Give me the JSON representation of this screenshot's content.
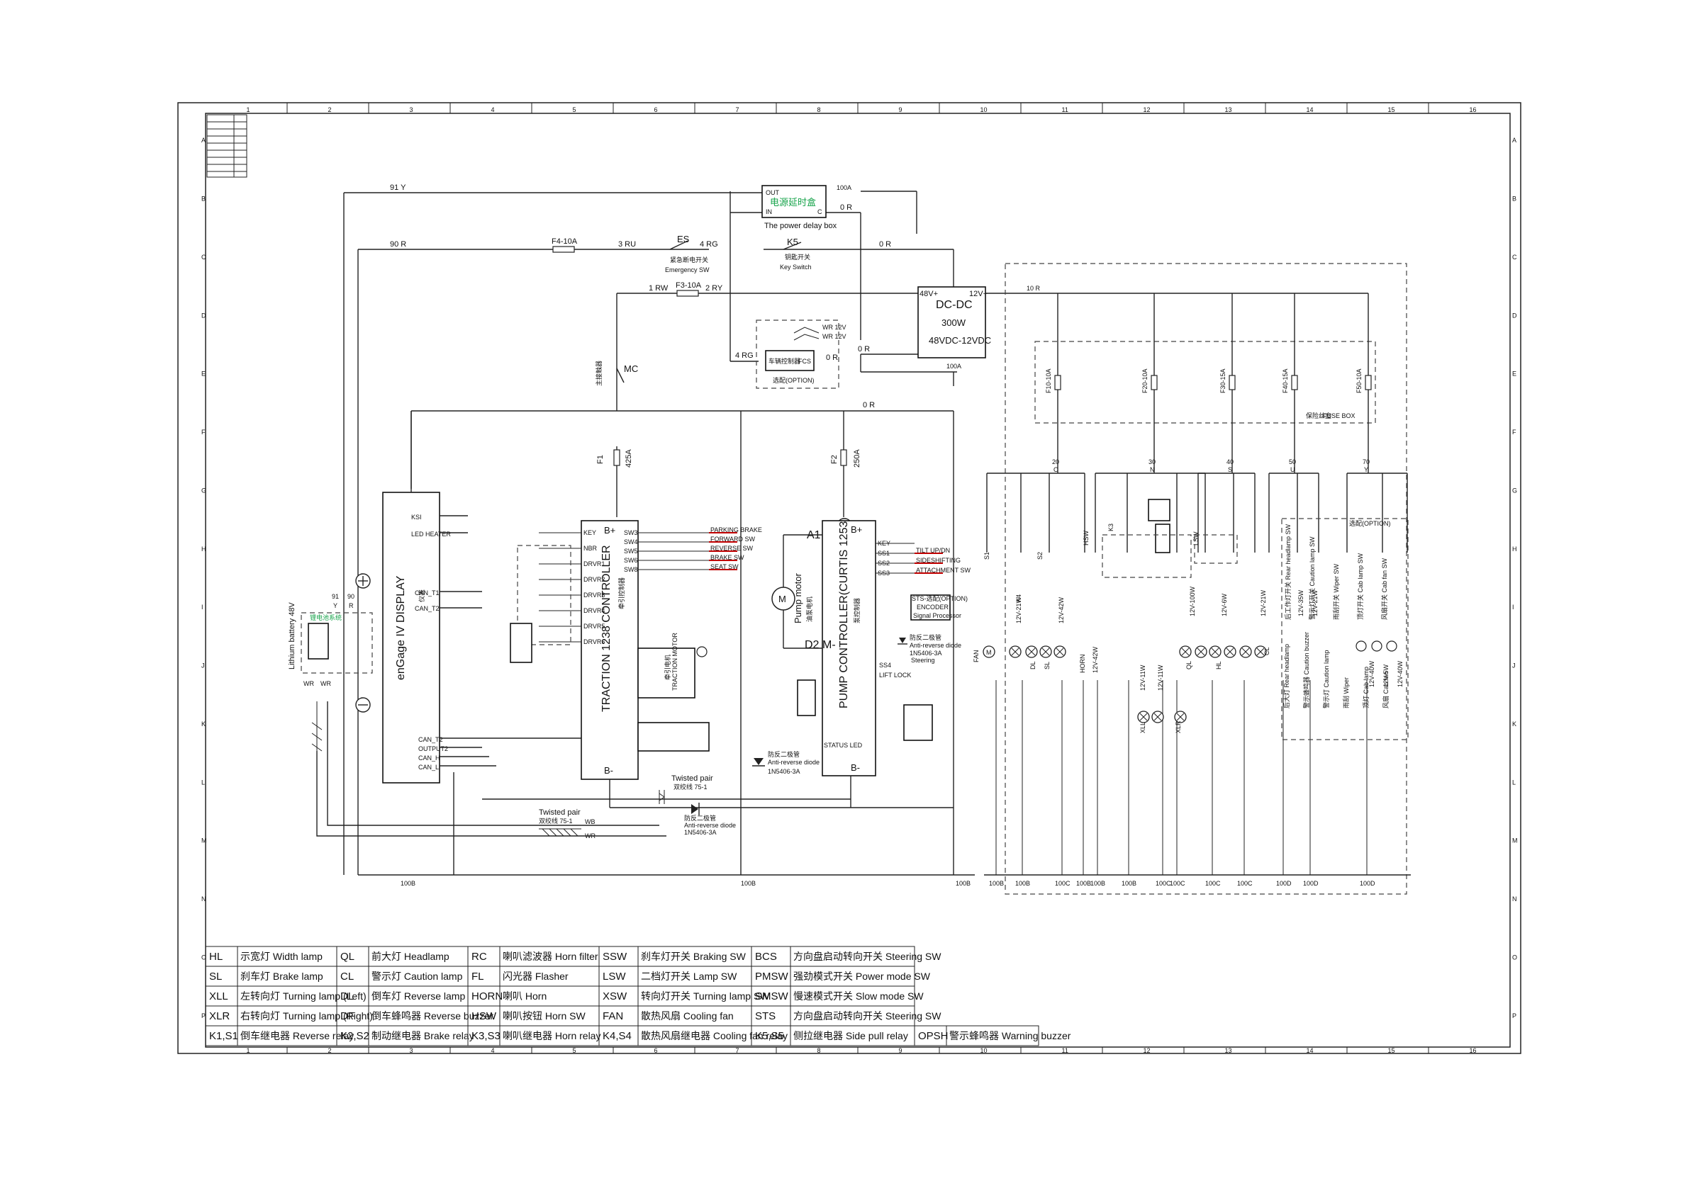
{
  "title_block": {
    "rows": [
      "A",
      "B",
      "C",
      "D",
      "E",
      "F",
      "G",
      "H",
      "I",
      "J",
      "K",
      "L",
      "M",
      "N",
      "O",
      "P"
    ],
    "cols": [
      "1",
      "2",
      "3",
      "4",
      "5",
      "6",
      "7",
      "8",
      "9",
      "10",
      "11",
      "12",
      "13",
      "14",
      "15",
      "16"
    ]
  },
  "power_delay_box": {
    "name_cn": "电源延时盒",
    "name": "The power delay box",
    "out": "OUT",
    "in": "IN",
    "c": "C",
    "amp": "100A"
  },
  "wires_top": {
    "w91y": "91 Y",
    "w90r": "90 R",
    "w3ru": "3 RU",
    "w4rg": "4 RG",
    "w0r_a": "0 R",
    "w0r_b": "0 R",
    "w1rw": "1 RW",
    "w2ry": "2 RY",
    "w4rg_b": "4 RG",
    "w0r_c": "0 R",
    "w0r_d": "0 R",
    "w0r_e": "0 R",
    "w10r": "10 R"
  },
  "fuses": {
    "f4": "F4-10A",
    "f3": "F3-10A",
    "f1": "F1",
    "f1a": "425A",
    "f2": "F2",
    "f2a": "250A"
  },
  "emergency_sw": {
    "code": "ES",
    "cn": "紧急断电开关",
    "name": "Emergency SW"
  },
  "key_switch": {
    "code": "K5",
    "cn": "钥匙开关",
    "name": "Key Switch"
  },
  "fcs": {
    "cn": "车辆控制器",
    "code": "FCS",
    "option": "选配(OPTION)",
    "v1": "WR 12V",
    "v2": "WR 12V"
  },
  "dcdc": {
    "name": "DC-DC",
    "power": "300W",
    "spec": "48VDC-12VDC",
    "vin": "48V+",
    "vout": "12V+",
    "amp": "100A"
  },
  "main_contactor": {
    "code": "MC",
    "cn": "主接触器"
  },
  "display": {
    "name": "enGage IV DISPLAY",
    "cn": "仪表",
    "pin_ksi": "KSI",
    "pin_led": "LED HEATER",
    "pin_can_t1": "CAN_T1",
    "pin_can_t2": "CAN_T2",
    "pin_canh": "CAN_H",
    "pin_canl": "CAN_L",
    "pin_out": "OUTPUT2"
  },
  "battery": {
    "name": "Lithium battery 48V",
    "cn": "锂电池系统",
    "w91": "91",
    "w90": "90",
    "y": "Y",
    "r": "R",
    "wr1": "WR",
    "wr2": "WR"
  },
  "traction": {
    "name": "TRACTION 1238 CONTROLLER",
    "cn": "牵引控制器",
    "bplus": "B+",
    "bminus": "B-",
    "motor": "TRACTION MOTOR",
    "motor_cn": "牵引电机",
    "inputs": [
      "KEY",
      "NBR",
      "DRVR1",
      "DRVR2",
      "DRVR3",
      "DRVR4",
      "DRVR5",
      "DRVR6"
    ],
    "sw": [
      "SW3",
      "SW4",
      "SW5",
      "SW6",
      "SW8"
    ],
    "sw_labels": [
      "PARKING BRAKE",
      "FORWARD SW",
      "REVERSE SW",
      "BRAKE SW",
      "SEAT SW"
    ]
  },
  "pump": {
    "name": "PUMP CONTROLLER(CURTIS 1253)",
    "cn": "泵控制器",
    "bplus": "B+",
    "bminus": "B-",
    "a1": "A1",
    "d2": "D2",
    "m": "M-",
    "motor": "Pump motor",
    "motor_cn": "油泵电机",
    "pins": [
      "KEY",
      "SS1",
      "SS2",
      "SS3"
    ],
    "pin_labels": [
      "TILT UP/DN",
      "SIDESHIFTING",
      "ATTACHMENT SW"
    ],
    "steering": "Steering",
    "status": "STATUS LED",
    "lift": "LIFT LOCK",
    "ss4": "SS4"
  },
  "encoder": {
    "name": "STS-选配(OPTION)",
    "code": "ENCODER",
    "sig": "Signal Processor"
  },
  "diodes": {
    "d1_cn": "防反二极管",
    "d1": "Anti-reverse diode",
    "d1_code": "1N5406-3A",
    "d2_cn": "防反二极管",
    "d2": "Anti-reverse diode",
    "d2_code": "1N5406-3A",
    "d3_cn": "防反二极管",
    "d3": "Anti-reverse diode",
    "d3_code": "1N5406-3A"
  },
  "twisted": {
    "a": "Twisted pair",
    "a_cn": "双绞线 75-1",
    "b": "Twisted pair",
    "b_cn": "双绞线 75-1",
    "wb": "WB",
    "wr": "WR"
  },
  "ground_labels": {
    "g1": "100B",
    "g2": "100B",
    "g3": "100B",
    "g4": "100B",
    "g5": "100B",
    "g6": "100C",
    "g7": "100B",
    "g8": "100B",
    "g9": "100B",
    "g10": "100C",
    "g11": "100C",
    "g12": "100C",
    "g13": "100C",
    "g14": "100D",
    "g15": "100D",
    "g16": "100D"
  },
  "fuse_box": {
    "cn": "保险丝盒",
    "name": "FUSE BOX",
    "f10": "F10-10A",
    "f20": "F20-10A",
    "f30": "F30-15A",
    "f40": "F40-15A",
    "f50": "F50-10A"
  },
  "rails": {
    "r20": "20",
    "r20c": "O",
    "r30": "30",
    "r30c": "N",
    "r40": "40",
    "r40c": "S",
    "r50": "50",
    "r50c": "U",
    "r70": "70",
    "r70c": "Y"
  },
  "loads": {
    "fan": "FAN",
    "l1": "12V-21W",
    "l2": "12V-42W",
    "l3": "12V-42W",
    "l4": "12V-11W",
    "l5": "12V-11W",
    "l6": "12V-100W",
    "l7": "12V-6W",
    "l8": "12V-21W",
    "l9": "12V-35W",
    "l10": "12V-21W",
    "l11": "12V-40W",
    "l12": "12V-5W",
    "l13": "12V-40W",
    "horn": "HORN",
    "xll": "XLL",
    "xlr": "XLR",
    "ql": "QL",
    "hl": "HL",
    "sl": "SL",
    "cl": "CL",
    "dl": "DL"
  },
  "switches": {
    "hsw": "HSW",
    "xsw": "XSW",
    "lsw": "LSW",
    "fl": "FL",
    "s1": "S1",
    "s2": "S2",
    "k3": "K3",
    "k4": "K4"
  },
  "option_box": {
    "name": "选配(OPTION)",
    "i1": "后工作灯开关 Rear headlamp SW",
    "i2": "警示灯开关 Caution lamp SW",
    "i3": "雨刮开关 Wiper SW",
    "i4": "顶灯开关 Cab lamp SW",
    "i5": "风扇开关 Cab fan SW",
    "o1": "后大灯 Rear headlamp",
    "o2": "警示蜂鸣器 Caution buzzer",
    "o3": "警示灯 Caution lamp",
    "o4": "雨刮 Wiper",
    "o5": "顶灯 Cab lamp",
    "o6": "风扇 Cab fan"
  },
  "legend": [
    [
      {
        "c": "HL",
        "d": "示宽灯 Width lamp"
      },
      {
        "c": "QL",
        "d": "前大灯 Headlamp"
      },
      {
        "c": "RC",
        "d": "喇叭滤波器 Horn filter"
      },
      {
        "c": "SSW",
        "d": "刹车灯开关 Braking SW"
      },
      {
        "c": "BCS",
        "d": "方向盘启动转向开关 Steering SW"
      }
    ],
    [
      {
        "c": "SL",
        "d": "刹车灯 Brake lamp"
      },
      {
        "c": "CL",
        "d": "警示灯 Caution lamp"
      },
      {
        "c": "FL",
        "d": "闪光器 Flasher"
      },
      {
        "c": "LSW",
        "d": "二档灯开关 Lamp SW"
      },
      {
        "c": "PMSW",
        "d": "强劲模式开关 Power mode SW"
      }
    ],
    [
      {
        "c": "XLL",
        "d": "左转向灯 Turning lamp (Left)"
      },
      {
        "c": "DL",
        "d": "倒车灯 Reverse lamp"
      },
      {
        "c": "HORN",
        "d": "喇叭 Horn"
      },
      {
        "c": "XSW",
        "d": "转向灯开关 Turning lamp SW"
      },
      {
        "c": "SMSW",
        "d": "慢速模式开关 Slow mode SW"
      }
    ],
    [
      {
        "c": "XLR",
        "d": "右转向灯 Turning lamp (Right)"
      },
      {
        "c": "DF",
        "d": "倒车蜂鸣器 Reverse buzzer"
      },
      {
        "c": "HSW",
        "d": "喇叭按钮 Horn SW"
      },
      {
        "c": "FAN",
        "d": "散热风扇 Cooling fan"
      },
      {
        "c": "STS",
        "d": "方向盘启动转向开关 Steering SW"
      }
    ],
    [
      {
        "c": "K1,S1",
        "d": "倒车继电器 Reverse relay"
      },
      {
        "c": "K2,S2",
        "d": "制动继电器 Brake relay"
      },
      {
        "c": "K3,S3",
        "d": "喇叭继电器 Horn relay"
      },
      {
        "c": "K4,S4",
        "d": "散热风扇继电器 Cooling fan relay"
      },
      {
        "c": "K5,S5",
        "d": "侧拉继电器 Side pull relay"
      },
      {
        "c": "OPSH",
        "d": "警示蜂鸣器 Warning buzzer"
      }
    ]
  ]
}
